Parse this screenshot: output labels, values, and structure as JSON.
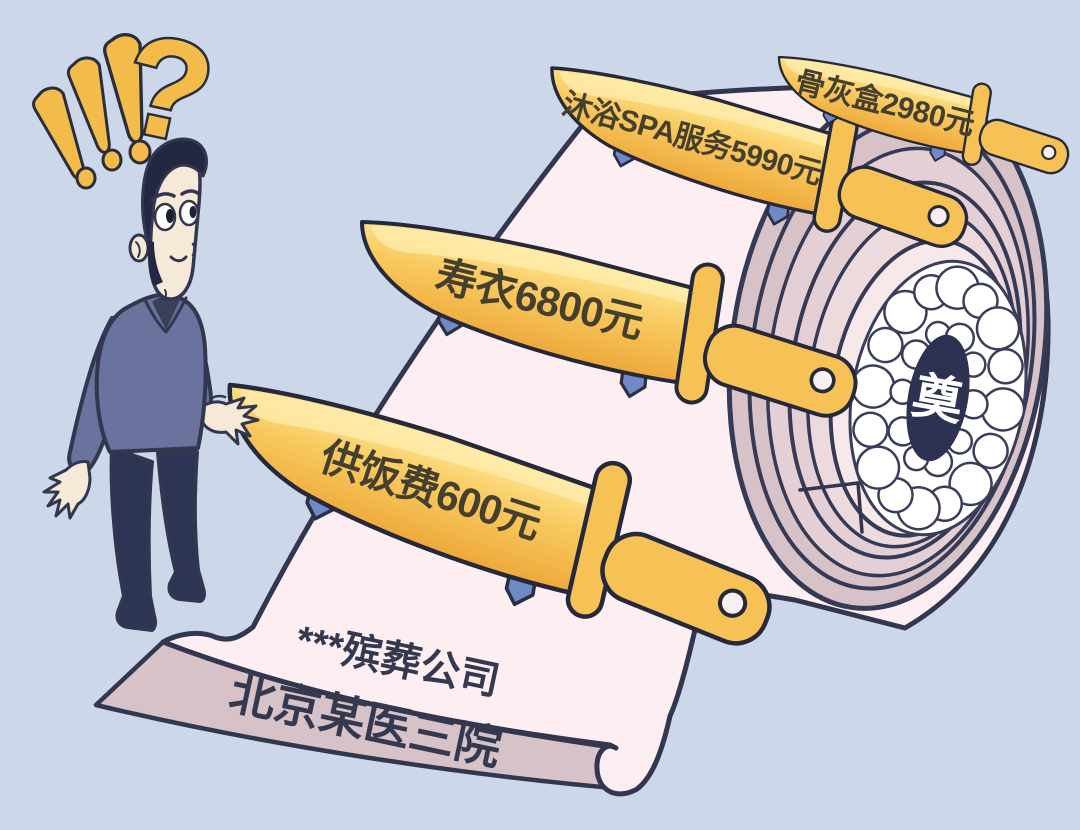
{
  "scene": {
    "price_knives": [
      {
        "id": "urn",
        "label": "骨灰盒2980元"
      },
      {
        "id": "spa",
        "label": "沐浴SPA服务5990元"
      },
      {
        "id": "shroud",
        "label": "寿衣6800元"
      },
      {
        "id": "meal",
        "label": "供饭费600元"
      }
    ],
    "bill": {
      "company": "***殡葬公司",
      "issuer": "北京某医三院"
    },
    "wreath": {
      "character": "奠"
    },
    "marks": {
      "question": "?",
      "exclamations": "!!!"
    },
    "colors": {
      "background": "#ccd7ea",
      "paper_pink": "#fdeef2",
      "roll_mauve": "#d6c2c7",
      "knife_gold": "#f6c255",
      "knife_gold_light": "#ffe897",
      "stand_blue": "#7089c7",
      "ink_outline": "#32364e",
      "wreath_navy": "#2e3252",
      "jacket_blue": "#69739d",
      "suit_dark": "#2e3454"
    }
  }
}
